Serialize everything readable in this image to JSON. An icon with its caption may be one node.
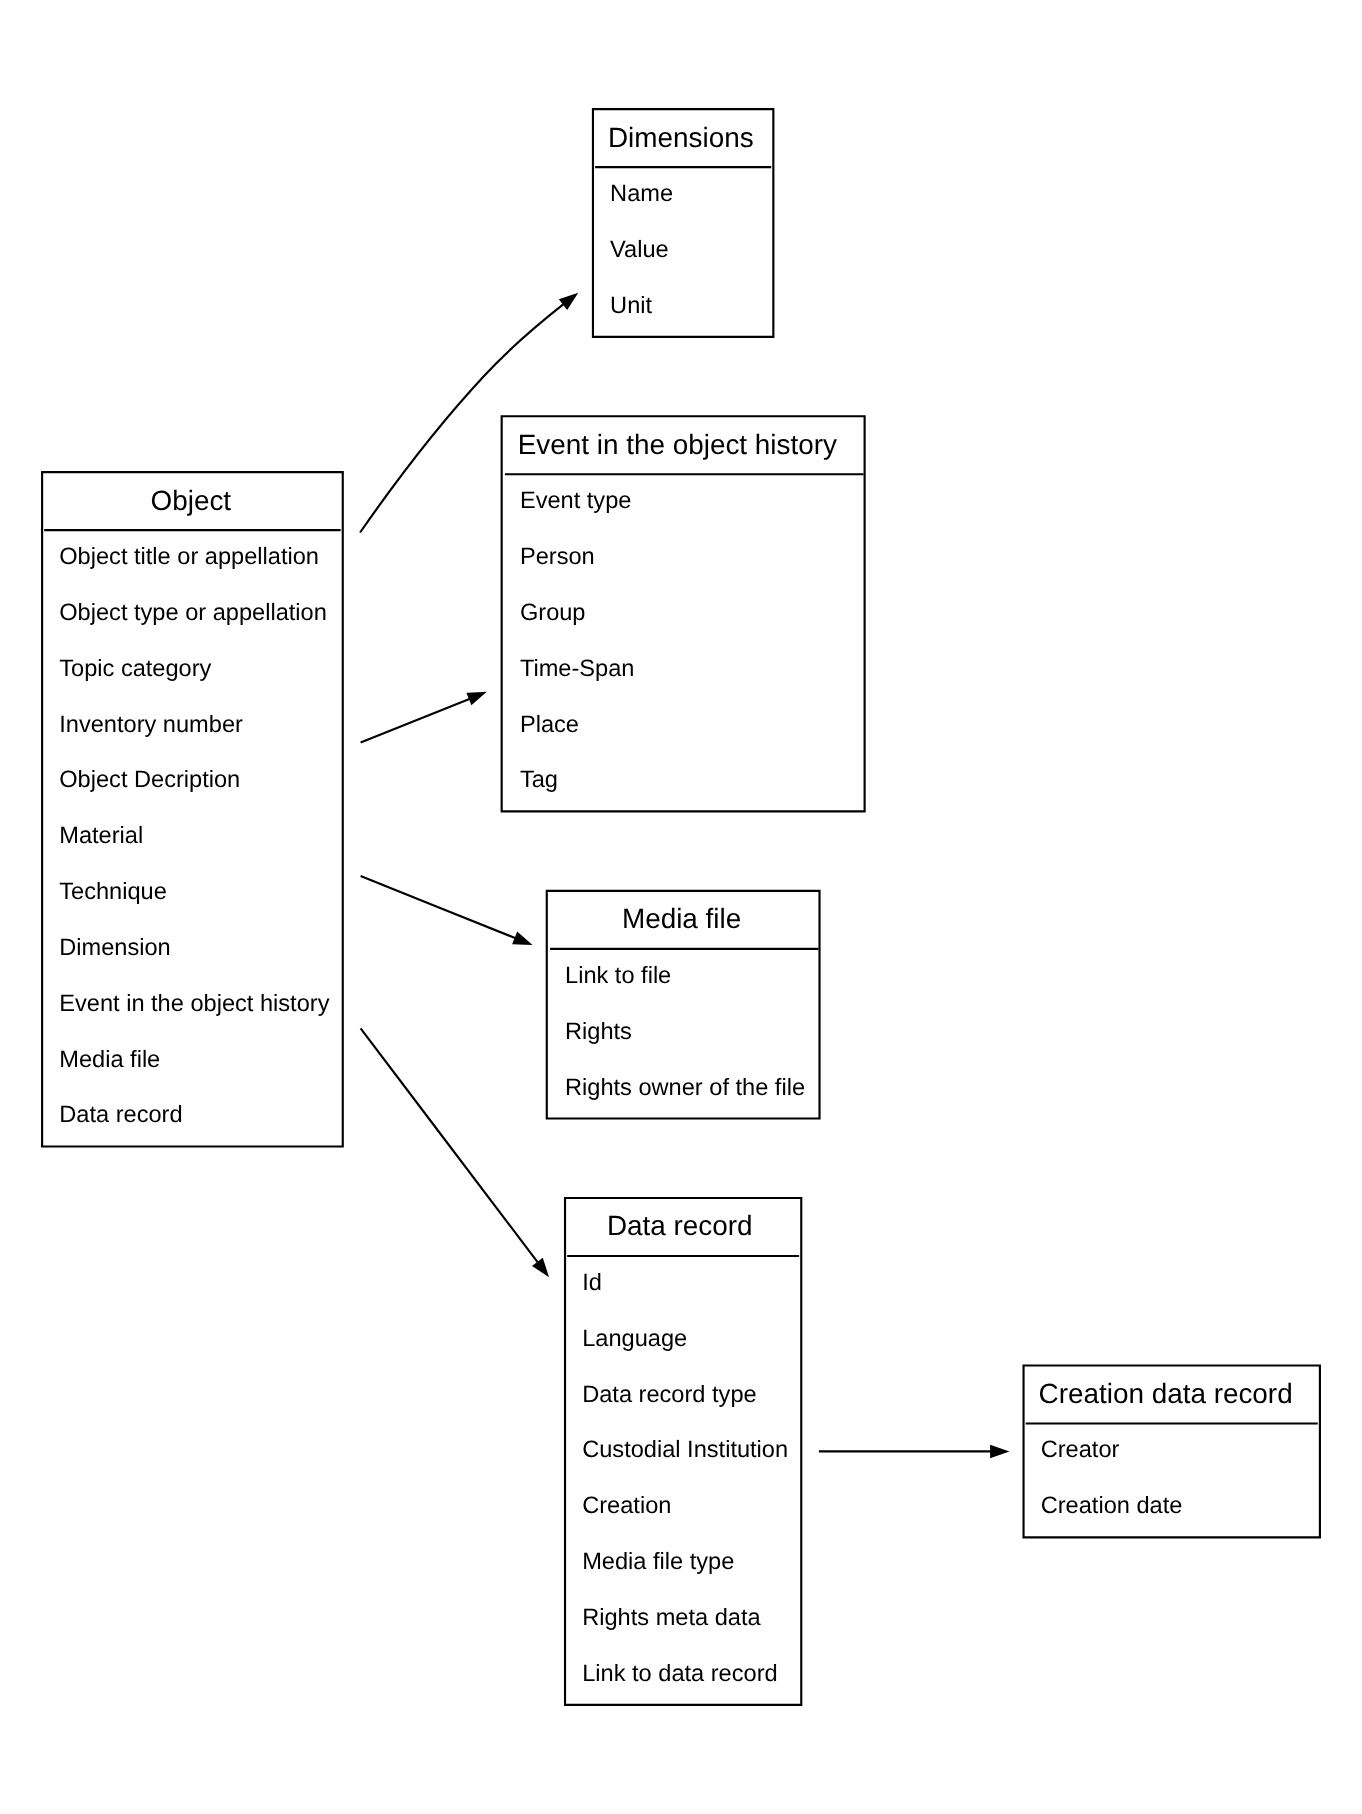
{
  "diagram": {
    "nodes": [
      {
        "text": [
          "Object",
          "Object title or appellation",
          "Object type or appellation",
          "Topic category",
          "Inventory number",
          "Object Decription",
          "Material",
          "Technique",
          "Dimension",
          "Event in the object history",
          "Media file",
          "Data record"
        ]
      },
      {
        "text": [
          "Dimensions",
          "Name",
          "Value",
          "Unit"
        ]
      },
      {
        "text": [
          "Event in the object history",
          "Event type",
          "Person",
          "Group",
          "Time-Span",
          "Place",
          "Tag"
        ]
      },
      {
        "text": [
          "Media file",
          "Link to file",
          "Rights",
          "Rights owner of the file"
        ]
      },
      {
        "text": [
          "Data record",
          "Id",
          "Language",
          "Data record type",
          "Custodial Institution",
          "Creation",
          "Media file type",
          "Rights meta data",
          "Link to data record"
        ]
      },
      {
        "text": [
          "Creation data record",
          "Creator",
          "Creation date"
        ]
      }
    ],
    "edges": [
      {
        "from": 0,
        "to": 1,
        "arrow": "to"
      },
      {
        "from": 0,
        "to": 2,
        "arrow": "to"
      },
      {
        "from": 0,
        "to": 3,
        "arrow": "to"
      },
      {
        "from": 0,
        "to": 4,
        "arrow": "to"
      },
      {
        "from": 4,
        "to": 5,
        "arrow": "to"
      }
    ]
  }
}
